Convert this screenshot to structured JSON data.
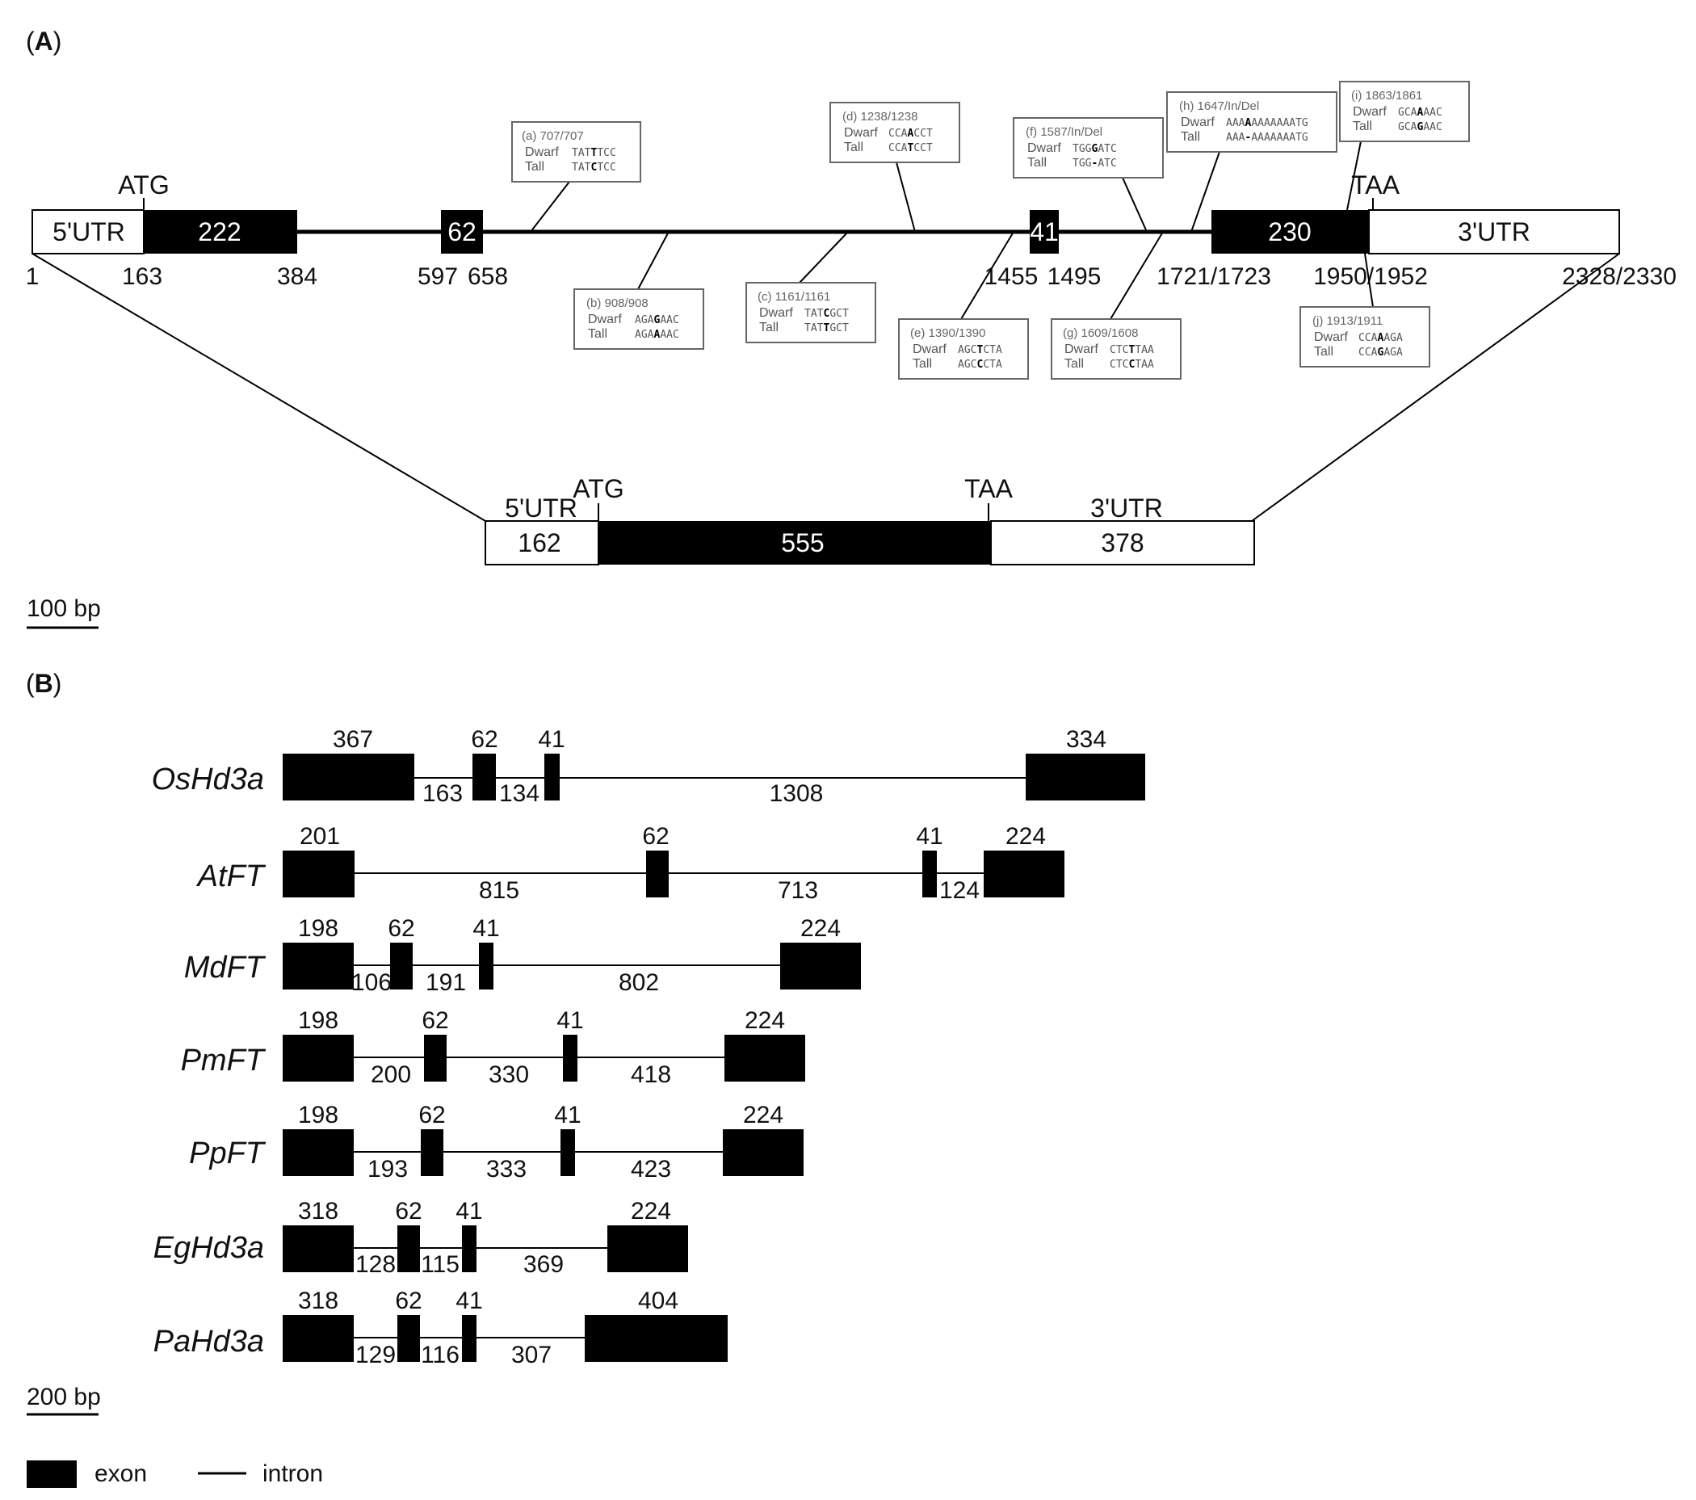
{
  "panel_a": {
    "label_prefix": "(",
    "label_letter": "A",
    "label_suffix": ")",
    "gene": {
      "utr5_label": "5'UTR",
      "utr3_label": "3'UTR",
      "start_codon": "ATG",
      "stop_codon": "TAA",
      "exons": [
        {
          "id": "e1",
          "label": "222"
        },
        {
          "id": "e2",
          "label": "62"
        },
        {
          "id": "e3",
          "label": "41"
        },
        {
          "id": "e4",
          "label": "230"
        }
      ],
      "positions": [
        "1",
        "163",
        "384",
        "597",
        "658",
        "1455",
        "1495",
        "1721/1723",
        "1950/1952",
        "2328/2330"
      ]
    },
    "snps": [
      {
        "id": "a",
        "title": "(a) 707/707",
        "dwarf": [
          "TAT",
          "T",
          "TCC"
        ],
        "tall": [
          "TAT",
          "C",
          "TCC"
        ]
      },
      {
        "id": "b",
        "title": "(b) 908/908",
        "dwarf": [
          "AGA",
          "G",
          "AAC"
        ],
        "tall": [
          "AGA",
          "A",
          "AAC"
        ]
      },
      {
        "id": "c",
        "title": "(c) 1161/1161",
        "dwarf": [
          "TAT",
          "C",
          "GCT"
        ],
        "tall": [
          "TAT",
          "T",
          "GCT"
        ]
      },
      {
        "id": "d",
        "title": "(d) 1238/1238",
        "dwarf": [
          "CCA",
          "A",
          "CCT"
        ],
        "tall": [
          "CCA",
          "T",
          "CCT"
        ]
      },
      {
        "id": "e",
        "title": "(e) 1390/1390",
        "dwarf": [
          "AGC",
          "T",
          "CTA"
        ],
        "tall": [
          "AGC",
          "C",
          "CTA"
        ]
      },
      {
        "id": "f",
        "title": "(f) 1587/In/Del",
        "dwarf": [
          "TGG",
          "G",
          "ATC"
        ],
        "tall": [
          "TGG",
          "-",
          "ATC"
        ]
      },
      {
        "id": "g",
        "title": "(g) 1609/1608",
        "dwarf": [
          "CTC",
          "T",
          "TAA"
        ],
        "tall": [
          "CTC",
          "C",
          "TAA"
        ]
      },
      {
        "id": "h",
        "title": "(h) 1647/In/Del",
        "dwarf": [
          "AAA",
          "A",
          "AAAAAAATG"
        ],
        "tall": [
          "AAA",
          "-",
          "AAAAAAATG"
        ]
      },
      {
        "id": "i",
        "title": "(i) 1863/1861",
        "dwarf": [
          "GCA",
          "A",
          "AAC"
        ],
        "tall": [
          "GCA",
          "G",
          "AAC"
        ]
      },
      {
        "id": "j",
        "title": "(j) 1913/1911",
        "dwarf": [
          "CCA",
          "A",
          "AGA"
        ],
        "tall": [
          "CCA",
          "G",
          "AGA"
        ]
      }
    ],
    "dwarf_label": "Dwarf",
    "tall_label": "Tall",
    "mrna": {
      "utr5_label": "5'UTR",
      "utr3_label": "3'UTR",
      "start_codon": "ATG",
      "stop_codon": "TAA",
      "utr5_len": "162",
      "cds_len": "555",
      "utr3_len": "378"
    },
    "scale_bar": "100 bp"
  },
  "panel_b": {
    "label_prefix": "(",
    "label_letter": "B",
    "label_suffix": ")",
    "genes": [
      {
        "name": "OsHd3a",
        "exons": [
          "367",
          "62",
          "41",
          "334"
        ],
        "introns": [
          "163",
          "134",
          "1308"
        ]
      },
      {
        "name": "AtFT",
        "exons": [
          "201",
          "62",
          "41",
          "224"
        ],
        "introns": [
          "815",
          "713",
          "124"
        ]
      },
      {
        "name": "MdFT",
        "exons": [
          "198",
          "62",
          "41",
          "224"
        ],
        "introns": [
          "106",
          "191",
          "802"
        ]
      },
      {
        "name": "PmFT",
        "exons": [
          "198",
          "62",
          "41",
          "224"
        ],
        "introns": [
          "200",
          "330",
          "418"
        ]
      },
      {
        "name": "PpFT",
        "exons": [
          "198",
          "62",
          "41",
          "224"
        ],
        "introns": [
          "193",
          "333",
          "423"
        ]
      },
      {
        "name": "EgHd3a",
        "exons": [
          "318",
          "62",
          "41",
          "224"
        ],
        "introns": [
          "128",
          "115",
          "369"
        ]
      },
      {
        "name": "PaHd3a",
        "exons": [
          "318",
          "62",
          "41",
          "404"
        ],
        "introns": [
          "129",
          "116",
          "307"
        ]
      }
    ],
    "scale_bar": "200 bp",
    "legend": {
      "exon": "exon",
      "intron": "intron"
    }
  }
}
